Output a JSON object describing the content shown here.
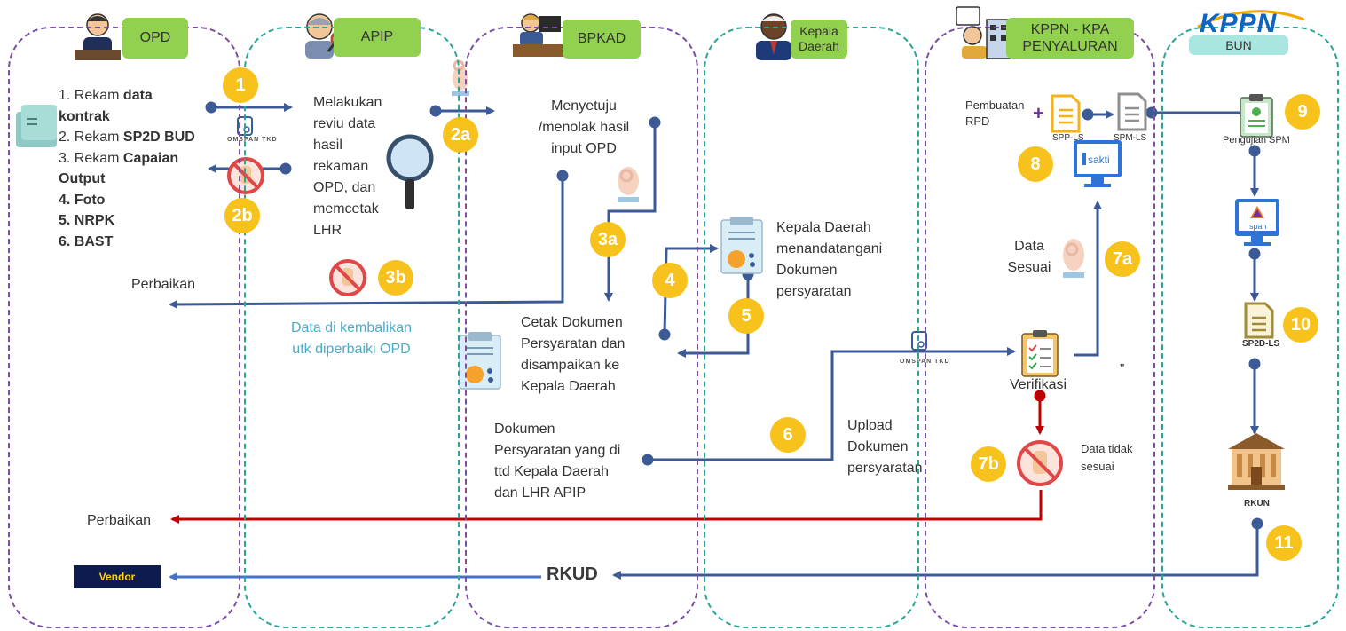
{
  "lanes": {
    "opd": "OPD",
    "apip": "APIP",
    "bpkad": "BPKAD",
    "kepala_daerah": "Kepala Daerah",
    "kppn": "KPPN - KPA PENYALURAN",
    "bun": "BUN",
    "bun_logo": "KPPN"
  },
  "opd_steps": [
    {
      "num": "1.",
      "plain": "Rekam ",
      "bold": "data kontrak"
    },
    {
      "num": "2.",
      "plain": "Rekam ",
      "bold": "SP2D BUD"
    },
    {
      "num": "3.",
      "plain": "Rekam ",
      "bold": "Capaian Output"
    },
    {
      "num": "4.",
      "plain": "",
      "bold": "Foto"
    },
    {
      "num": "5.",
      "plain": "",
      "bold": "NRPK"
    },
    {
      "num": "6.",
      "plain": "",
      "bold": "BAST"
    }
  ],
  "badges": [
    "1",
    "2a",
    "2b",
    "3a",
    "3b",
    "4",
    "5",
    "6",
    "7a",
    "7b",
    "8",
    "9",
    "10",
    "11"
  ],
  "texts": {
    "apip_review": "Melakukan reviu data hasil rekaman OPD, dan memcetak LHR",
    "bpkad_approve": "Menyetuju /menolak hasil input OPD",
    "perbaikan_1": "Perbaikan",
    "data_dikembalikan": "Data di kembalikan utk diperbaiki OPD",
    "cetak_dokumen": "Cetak Dokumen Persyaratan dan disampaikan ke Kepala Daerah",
    "kepala_ttd": "Kepala Daerah menandatangani Dokumen persyaratan",
    "dokumen_ttd": "Dokumen Persyaratan yang di ttd Kepala Daerah dan LHR APIP",
    "upload": "Upload Dokumen persyaratan",
    "pembuatan_rpd": "Pembuatan RPD",
    "spp_ls": "SPP-LS",
    "spm_ls": "SPM-LS",
    "sakti": "sakti",
    "data_sesuai": "Data Sesuai",
    "verifikasi": "Verifikasi",
    "quote_mark": "”",
    "data_tidak_sesuai": "Data tidak sesuai",
    "perbaikan_2": "Perbaikan",
    "vendor": "Vendor",
    "rkud": "RKUD",
    "pengujian_spm": "Pengujian SPM",
    "span": "span",
    "sp2d_ls": "SP2D-LS",
    "rkun": "RKUN",
    "omspan": "OMSPAN TKD"
  },
  "colors": {
    "flow_blue": "#3c5a95",
    "return_red": "#c00000",
    "vendor_arrow": "#4472c4",
    "badge_yellow": "#f8c21c",
    "lane_tag_green": "#92d050",
    "bun_tag": "#a9e6e0",
    "lane_purple": "#7b4fa8",
    "lane_teal": "#2aa596",
    "cancel_red": "#e04848",
    "data_dikembalikan_text": "#4aacc6"
  }
}
